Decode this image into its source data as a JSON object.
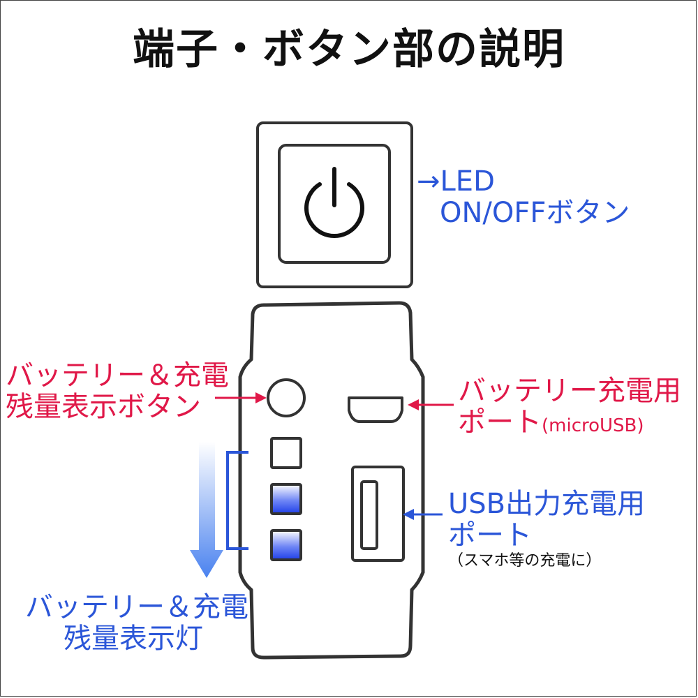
{
  "title": "端子・ボタン部の説明",
  "labels": {
    "led_button_line1": "→LED",
    "led_button_line2": "ON/OFFボタン",
    "indicator_button_line1": "バッテリー＆充電",
    "indicator_button_line2": "残量表示ボタン",
    "charge_port_line1": "バッテリー充電用",
    "charge_port_line2_main": "ポート",
    "charge_port_line2_paren": "(microUSB)",
    "usb_out_line1": "USB出力充電用",
    "usb_out_line2": "ポート",
    "usb_out_note": "（スマホ等の充電に）",
    "indicator_lamp_line1": "バッテリー＆充電",
    "indicator_lamp_line2": "残量表示灯"
  },
  "icons": {
    "power": "power-icon",
    "arrows": "arrow-icon"
  },
  "colors": {
    "blue_text": "#2b56d8",
    "red_text": "#e01848",
    "outline": "#333333",
    "lamp_fill": "#3d5bf0",
    "gradient_arrow": "#5a8ef0"
  },
  "indicator_lamps": {
    "count": 3,
    "lit_count": 2
  }
}
